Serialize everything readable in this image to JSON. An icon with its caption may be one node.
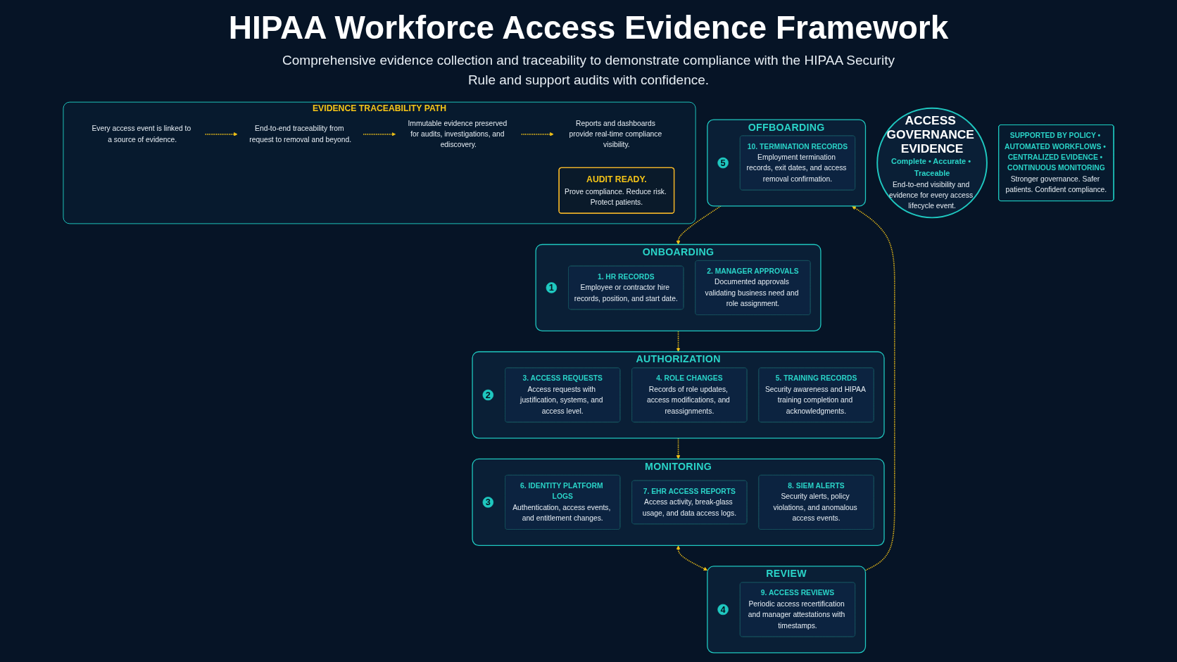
{
  "diagram": {
    "title": "HIPAA Workforce Access Evidence Framework",
    "nodes": [
      {
        "text": [
          "ONBOARDING"
        ]
      },
      {
        "text": [
          "1"
        ],
        "in": 0
      },
      {
        "text": [
          "1. HR RECORDS",
          "Employee or contractor hire records, position, and start date."
        ],
        "in": 0
      },
      {
        "text": [
          "2. MANAGER APPROVALS",
          "Documented approvals validating business need and role assignment."
        ],
        "in": 0
      },
      {
        "text": [
          "AUTHORIZATION"
        ]
      },
      {
        "text": [
          "2"
        ],
        "in": 4
      },
      {
        "text": [
          "3. ACCESS REQUESTS",
          "Access requests with justification, systems, and access level."
        ],
        "in": 4
      },
      {
        "text": [
          "4. ROLE CHANGES",
          "Records of role updates, access modifications, and reassignments."
        ],
        "in": 4
      },
      {
        "text": [
          "5. TRAINING RECORDS",
          "Security awareness and HIPAA training completion and acknowledgments."
        ],
        "in": 4
      },
      {
        "text": [
          "MONITORING"
        ]
      },
      {
        "text": [
          "3"
        ],
        "in": 9
      },
      {
        "text": [
          "6. IDENTITY PLATFORM LOGS",
          "Authentication, access events, and entitlement changes."
        ],
        "in": 9
      },
      {
        "text": [
          "7. EHR ACCESS REPORTS",
          "Access activity, break-glass usage, and data access logs."
        ],
        "in": 9
      },
      {
        "text": [
          "8. SIEM ALERTS",
          "Security alerts, policy violations, and anomalous access events."
        ],
        "in": 9
      },
      {
        "text": [
          "REVIEW"
        ]
      },
      {
        "text": [
          "4"
        ],
        "in": 14
      },
      {
        "text": [
          "9. ACCESS REVIEWS",
          "Periodic access recertification and manager attestations with timestamps."
        ],
        "in": 14
      },
      {
        "text": [
          "OFFBOARDING"
        ]
      },
      {
        "text": [
          "5"
        ],
        "in": 17
      },
      {
        "text": [
          "10. TERMINATION RECORDS",
          "Employment termination records, exit dates, and access removal confirmation."
        ],
        "in": 17
      },
      {
        "text": [
          "ACCESS GOVERNANCE EVIDENCE",
          "Complete • Accurate • Traceable",
          "End-to-end visibility and evidence for every access lifecycle event."
        ]
      },
      {
        "text": [
          "EVIDENCE TRACEABILITY PATH"
        ]
      },
      {
        "text": [
          "Every access event is linked to a source of evidence."
        ],
        "in": 21
      },
      {
        "text": [
          "End-to-end traceability from request to removal and beyond."
        ],
        "in": 21
      },
      {
        "text": [
          "Immutable evidence preserved for audits, investigations, and ediscovery."
        ],
        "in": 21
      },
      {
        "text": [
          "Reports and dashboards provide real-time compliance visibility."
        ],
        "in": 21
      },
      {
        "text": [
          "AUDIT READY.",
          "Prove compliance. Reduce risk. Protect patients."
        ],
        "in": 21
      },
      {
        "text": [
          "SUPPORTED BY POLICY • AUTOMATED WORKFLOWS • CENTRALIZED EVIDENCE • CONTINUOUS MONITORING",
          "Stronger governance. Safer patients. Confident compliance."
        ]
      }
    ],
    "edges": [
      {
        "from": 0,
        "to": 4,
        "arrow": "to",
        "style": "dashed"
      },
      {
        "from": 4,
        "to": 9,
        "arrow": "to",
        "style": "dashed"
      },
      {
        "from": 9,
        "to": 14,
        "arrow": "both",
        "style": "dashed"
      },
      {
        "from": 14,
        "to": 17,
        "arrow": "to",
        "style": "dashed"
      },
      {
        "from": 17,
        "to": 0,
        "arrow": "to",
        "style": "dashed"
      },
      {
        "from": 22,
        "to": 23,
        "arrow": "to",
        "style": "dashed"
      },
      {
        "from": 23,
        "to": 24,
        "arrow": "to",
        "style": "dashed"
      },
      {
        "from": 24,
        "to": 25,
        "arrow": "to",
        "style": "dashed"
      }
    ],
    "labels": [
      "Comprehensive evidence collection and traceability to demonstrate compliance with the HIPAA Security Rule and support audits with confidence."
    ]
  }
}
